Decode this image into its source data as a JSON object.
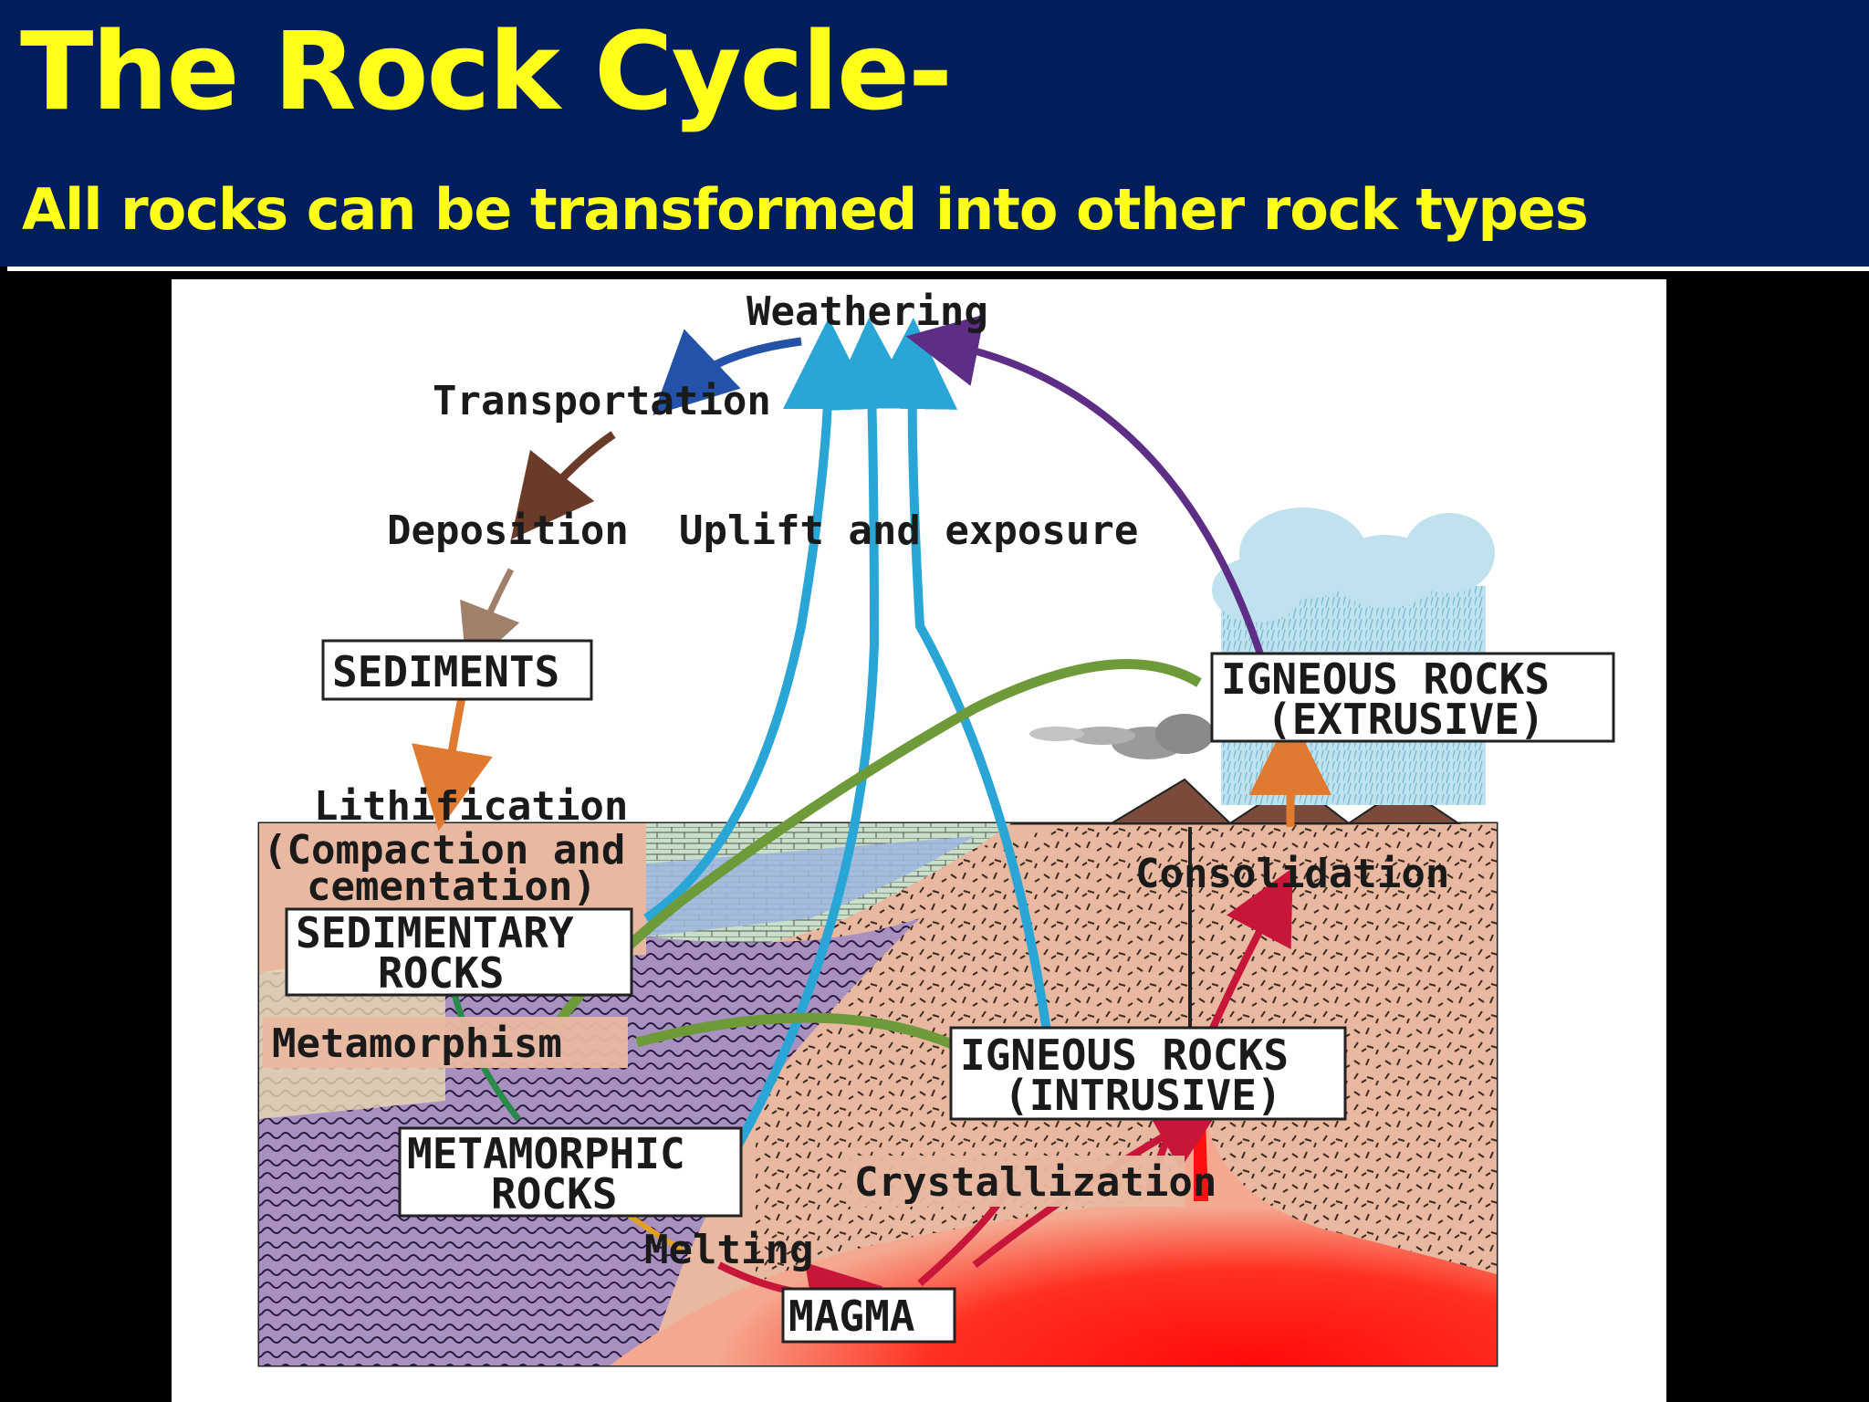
{
  "slide": {
    "title": "The Rock Cycle-",
    "subtitle": "All rocks can be transformed into other rock types"
  },
  "diagram": {
    "process_labels": {
      "weathering": "Weathering",
      "transportation": "Transportation",
      "deposition": "Deposition",
      "uplift": "Uplift and exposure",
      "lithification": "Lithification",
      "compaction_line1": "(Compaction and",
      "compaction_line2": "cementation)",
      "metamorphism": "Metamorphism",
      "consolidation": "Consolidation",
      "crystallization": "Crystallization",
      "melting": "Melting"
    },
    "boxes": {
      "sediments": "SEDIMENTS",
      "sedimentary_line1": "SEDIMENTARY",
      "sedimentary_line2": "ROCKS",
      "metamorphic_line1": "METAMORPHIC",
      "metamorphic_line2": "ROCKS",
      "igneous_extrusive_line1": "IGNEOUS ROCKS",
      "igneous_extrusive_line2": "(EXTRUSIVE)",
      "igneous_intrusive_line1": "IGNEOUS ROCKS",
      "igneous_intrusive_line2": "(INTRUSIVE)",
      "magma": "MAGMA"
    },
    "colors": {
      "header_bg": "#001e5c",
      "title_text": "#ffff1a",
      "uplift_arrows": "#2aa6d6",
      "metamorphism_arrows": "#6f9a3a",
      "weathering_return": "#5e2d86",
      "transport_arrow": "#2352a8",
      "deposition_arrow": "#6b3b2a",
      "melting_arrows": "#c8153a",
      "magma": "#ff1010",
      "igneous_ground": "#e8b8a0",
      "metamorphic_zone": "#a890c0"
    }
  }
}
